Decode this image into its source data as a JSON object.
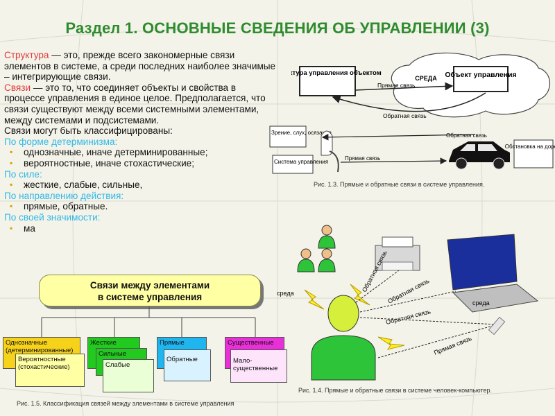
{
  "title": "Раздел 1. ОСНОВНЫЕ СВЕДЕНИЯ ОБ УПРАВЛЕНИИ (3)",
  "text": {
    "p1_term": "Структура",
    "p1_rest": " — это, прежде всего закономерные связи элементов в системе, а среди последних наиболее значимые – интегрирующие связи.",
    "p2_term": "Связи",
    "p2_rest": " — это то, что соединяет объекты и свойства в процессе управления в единое целое. Предполагается, что связи существуют между всеми системными элементами, между системами и подсистемами.",
    "p3": "Связи могут быть классифицированы:",
    "h1": "По форме детерминизма:",
    "b1": "однозначные, иначе детерминированные;",
    "b2": "вероятностные, иначе стохастические;",
    "h2": "По силе:",
    "b3": "жесткие, слабые, сильные,",
    "h3": "По направлению действия:",
    "b4": "прямые, обратные.",
    "h4": "По своей значимости:",
    "b5": "ма"
  },
  "fig1": {
    "structure": "Структура управления объектом",
    "env": "СРЕДА",
    "object": "Объект управления",
    "direct": "Прямая связь",
    "feedback": "Обратная связь",
    "caption": ""
  },
  "fig3": {
    "senses": "Зрение, слух, осязание",
    "control": "Система управления",
    "feedback": "Обратная связь",
    "direct": "Прямая связь",
    "situation": "Обстановка на дороге",
    "caption": "Рис. 1.3. Прямые и обратные связи в системе управления."
  },
  "fig4": {
    "env1": "среда",
    "env2": "среда",
    "fb1": "Обратная связь",
    "fb2": "Обратная связь",
    "fb3": "Обратная связь",
    "direct": "Прямая связь",
    "caption": "Рис. 1.4. Прямые и обратные связи в системе человек-компьютер."
  },
  "fig5": {
    "banner_l1": "Связи между элементами",
    "banner_l2": "в системе управления",
    "c1_top": "Однозначные (детерминированные)",
    "c1_bot": "Вероятностные (стохастические)",
    "c2_top": "Жесткие",
    "c2_mid": "Сильные",
    "c2_bot": "Слабые",
    "c3_top": "Прямые",
    "c3_bot": "Обратные",
    "c4_top": "Существенные",
    "c4_bot": "Мало-существенные",
    "caption": "Рис. 1.5. Классификация связей между элементами в системе управления"
  },
  "colors": {
    "title": "#2e8b2e",
    "term": "#e03a3a",
    "header": "#33b8e8",
    "bullet": "#d8a300",
    "yellow": "#f6d21a",
    "green": "#22c91f",
    "cyan": "#1fb6ef",
    "magenta": "#e82fd8",
    "light_yellow": "#ffffa3"
  }
}
